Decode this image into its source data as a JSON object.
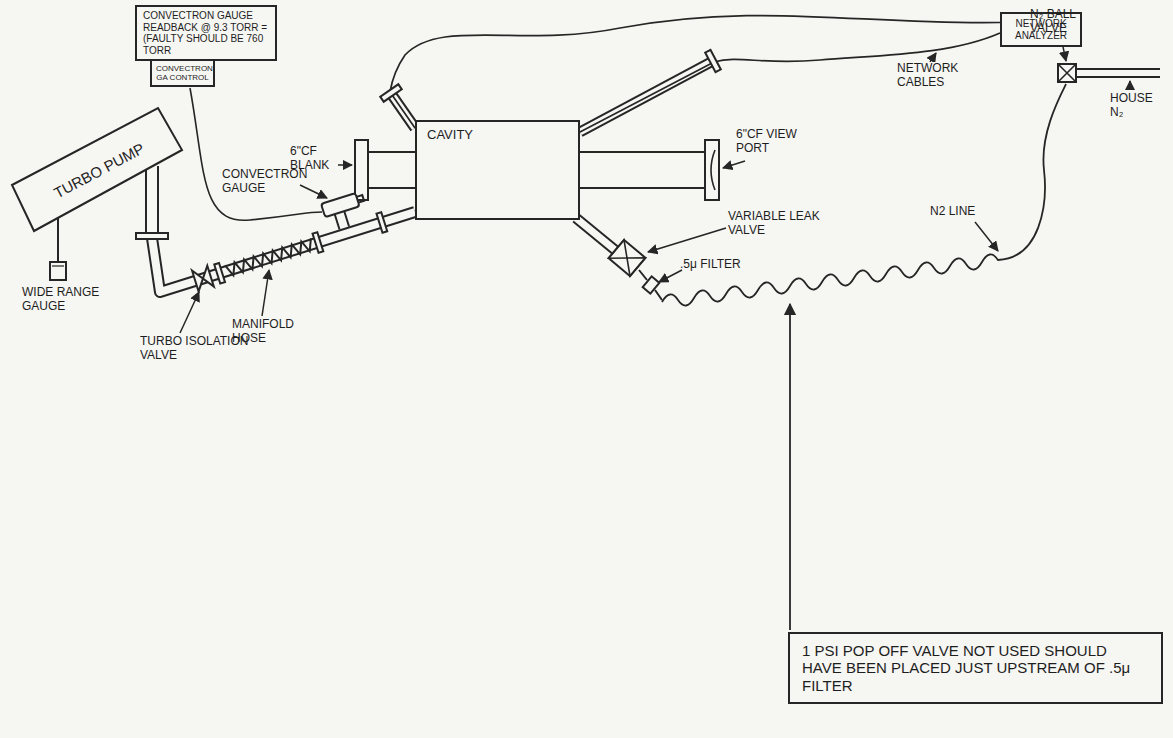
{
  "diagram": {
    "nodes": [
      {
        "text": [
          "CONVECTRON GAUGE READBACK @ 9.3 TORR = (FAULTY SHOULD BE 760 TORR"
        ]
      },
      {
        "text": [
          "CONVECTRON GA CONTROL"
        ]
      },
      {
        "text": [
          "NETWORK ANALYZER"
        ]
      },
      {
        "text": [
          "CAVITY"
        ]
      },
      {
        "text": [
          "TURBO PUMP"
        ]
      },
      {
        "text": [
          "1 PSI POP OFF VALVE NOT USED SHOULD HAVE BEEN PLACED JUST UPSTREAM OF .5μ FILTER"
        ]
      }
    ],
    "edges": [
      {
        "from": 2,
        "to": 3,
        "arrow": "none",
        "label": "NETWORK CABLES"
      },
      {
        "from": 2,
        "to": 3,
        "arrow": "none"
      },
      {
        "from": 4,
        "to": 3,
        "arrow": "none"
      }
    ],
    "labels": [
      "6\"CF BLANK",
      "CONVECTRON GAUGE",
      "MANIFOLD HOSE",
      "TURBO ISOLATION VALVE",
      "WIDE RANGE GAUGE",
      "6\"CF VIEW PORT",
      "VARIABLE LEAK VALVE",
      ".5μ FILTER",
      "N₂ BALL VALVE",
      "HOUSE N₂",
      "N2 LINE"
    ]
  }
}
